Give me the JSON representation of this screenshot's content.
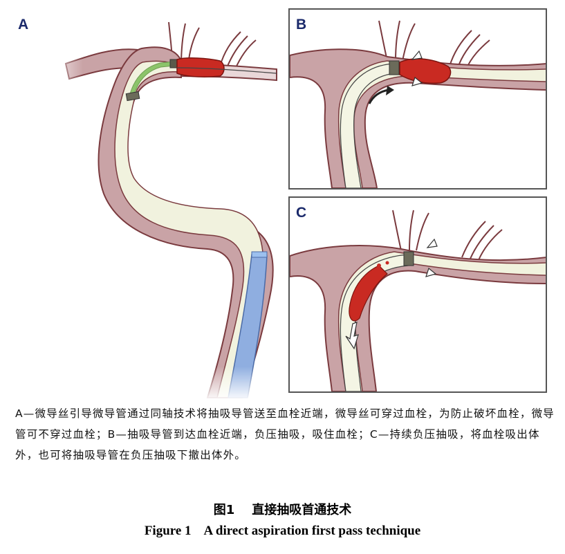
{
  "panels": {
    "a": {
      "label": "A"
    },
    "b": {
      "label": "B"
    },
    "c": {
      "label": "C"
    }
  },
  "caption": {
    "text": "A—微导丝引导微导管通过同轴技术将抽吸导管送至血栓近端，微导丝可穿过血栓，为防止破坏血栓，微导管可不穿过血栓；B—抽吸导管到达血栓近端，负压抽吸，吸住血栓；C—持续负压抽吸，将血栓吸出体外，也可将抽吸导管在负压抽吸下撤出体外。"
  },
  "figure_title": {
    "cn": "图1    直接抽吸首通技术",
    "en": "Figure 1    A direct aspiration first pass technique"
  },
  "colors": {
    "vessel_wall": "#c9a3a6",
    "vessel_outline": "#7a3a3e",
    "lumen": "#f1f2de",
    "clot": "#c92a22",
    "microcatheter": "#8cc46a",
    "guide_catheter": "#8faee0",
    "panel_border": "#555555"
  }
}
